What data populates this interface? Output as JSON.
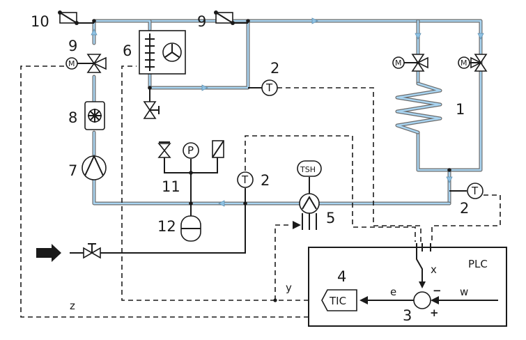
{
  "labels": {
    "n1": "1",
    "n2a": "2",
    "n2b": "2",
    "n2c": "2",
    "n3": "3",
    "n4": "4",
    "n5": "5",
    "n6": "6",
    "n7": "7",
    "n8": "8",
    "n9a": "9",
    "n9b": "9",
    "n10": "10",
    "n11": "11",
    "n12": "12"
  },
  "instruments": {
    "temp_a": "T",
    "temp_b": "T",
    "temp_c": "T",
    "pressure": "P",
    "tsh": "TSH",
    "tic": "TIC"
  },
  "controller": {
    "plc": "PLC",
    "x": "x",
    "y": "y",
    "z": "z",
    "e": "e",
    "w": "w",
    "minus": "−",
    "plus": "+"
  },
  "colors": {
    "pipe_fill": "#a9d5f2",
    "pipe_outline": "#6b6b6b",
    "line": "#1a1a1a"
  }
}
